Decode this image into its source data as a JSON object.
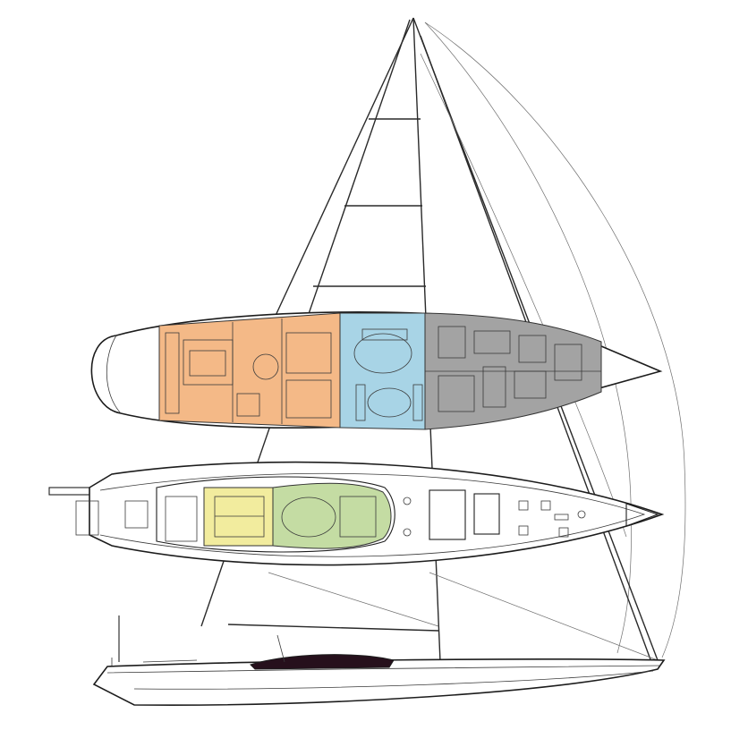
{
  "drawing": {
    "zones": [
      {
        "id": "aft-cabins",
        "color": "#f4b987"
      },
      {
        "id": "saloon",
        "color": "#a8d4e6"
      },
      {
        "id": "forward-crew-galley",
        "color": "#a3a3a3"
      },
      {
        "id": "deck-aft-cockpit",
        "color": "#f2ec9e"
      },
      {
        "id": "deck-guest-cockpit",
        "color": "#c4dca3"
      }
    ],
    "line_color": "#1c1c1c",
    "hull_stripe_color": "#26101c"
  }
}
